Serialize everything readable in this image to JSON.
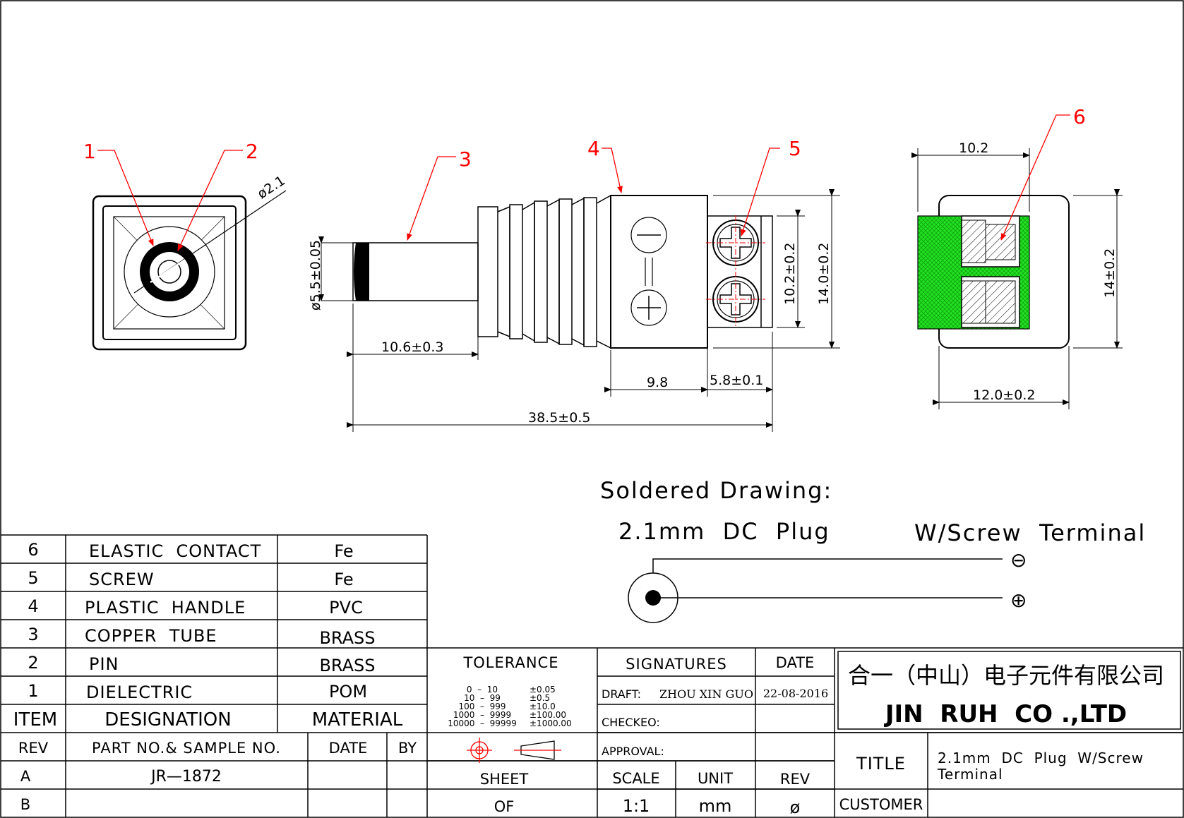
{
  "callouts": [
    "1",
    "2",
    "3",
    "4",
    "5",
    "6"
  ],
  "dims": {
    "pin_dia": "ø2.1",
    "tube_dia": "ø5.5±0.05",
    "tube_len": "10.6±0.3",
    "total_len": "38.5±0.5",
    "handle_len": "9.8",
    "terminal_len": "5.8±0.1",
    "terminal_h": "10.2±0.2",
    "body_h": "14.0±0.2",
    "side_w": "10.2",
    "side_h": "14±0.2",
    "side_bottom": "12.0±0.2"
  },
  "soldered": {
    "title": "Soldered Drawing:",
    "plug": "2.1mm  DC  Plug",
    "terminal": "W/Screw  Terminal",
    "minus": "⊖",
    "plus": "⊕"
  },
  "bom": {
    "rows": [
      {
        "item": "6",
        "designation": "ELASTIC  CONTACT",
        "material": "Fe"
      },
      {
        "item": "5",
        "designation": "SCREW",
        "material": "Fe"
      },
      {
        "item": "4",
        "designation": "PLASTIC  HANDLE",
        "material": "PVC"
      },
      {
        "item": "3",
        "designation": "COPPER  TUBE",
        "material": "BRASS"
      },
      {
        "item": "2",
        "designation": "PIN",
        "material": "BRASS"
      },
      {
        "item": "1",
        "designation": "DIELECTRIC",
        "material": "POM"
      }
    ],
    "header": {
      "item": "ITEM",
      "designation": "DESIGNATION",
      "material": "MATERIAL"
    }
  },
  "revtable": {
    "header": {
      "rev": "REV",
      "part": "PART NO.& SAMPLE NO.",
      "date": "DATE",
      "by": "BY"
    },
    "rows": [
      {
        "rev": "A",
        "part": "JR—1872"
      },
      {
        "rev": "B",
        "part": ""
      }
    ]
  },
  "tolerance": {
    "title": "TOLERANCE",
    "ranges": [
      "0  –  10",
      "10  –  99",
      "100  –  999",
      "1000  –  9999",
      "10000  –  99999"
    ],
    "values": [
      "±0.05",
      "±0.5",
      "±10.0",
      "±100.00",
      "±1000.00"
    ]
  },
  "sheet": {
    "label": "SHEET",
    "of": "OF"
  },
  "signatures": {
    "title": "SIGNATURES",
    "date_label": "DATE",
    "draft_label": "DRAFT:",
    "draft_name": "ZHOU XIN GUO",
    "draft_date": "22-08-2016",
    "checked_label": "CHECKEO:",
    "approval_label": "APPROVAL:"
  },
  "scale": {
    "scale_label": "SCALE",
    "unit_label": "UNIT",
    "rev_label": "REV",
    "scale": "1:1",
    "unit": "mm",
    "rev": "ø"
  },
  "company": {
    "cn": "合一（中山）电子元件有限公司",
    "en": "JIN  RUH  CO .,LTD"
  },
  "title_block": {
    "title_label": "TITLE",
    "title_line1": "2.1mm  DC  Plug  W/Screw",
    "title_line2": "Terminal",
    "customer_label": "CUSTOMER"
  },
  "colors": {
    "red": "#ff0000",
    "green": "#22e022",
    "line": "#000000"
  }
}
